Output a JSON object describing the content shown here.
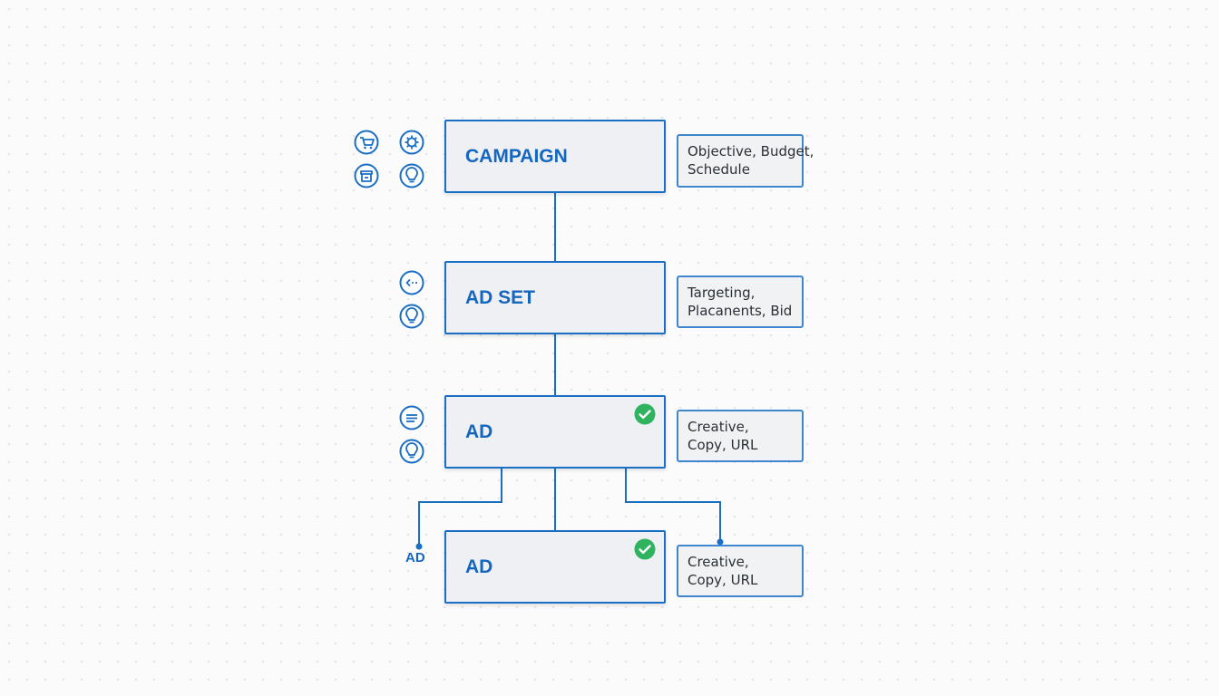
{
  "colors": {
    "accent": "#1a6fc4",
    "check": "#2fb35e"
  },
  "nodes": {
    "campaign": "CAMPAIGN",
    "adset": "AD SET",
    "ad1": "AD",
    "ad2": "AD"
  },
  "notes": {
    "campaign": [
      "Objective, Budget,",
      "Schedule"
    ],
    "adset": [
      "Targeting,",
      "Placanents, Bid"
    ],
    "ad1": [
      "Creative,",
      "Copy, URL"
    ],
    "ad2": [
      "Creative,",
      "Copy, URL"
    ]
  },
  "branch_label": "AD",
  "icons": {
    "campaign": [
      "shopping-cart-icon",
      "gear-icon",
      "storefront-icon",
      "lightbulb-icon"
    ],
    "adset": [
      "refresh-icon",
      "lightbulb-icon"
    ],
    "ad": [
      "text-lines-icon",
      "lightbulb-icon"
    ],
    "status": [
      "checkmark-icon",
      "checkmark-icon"
    ]
  }
}
